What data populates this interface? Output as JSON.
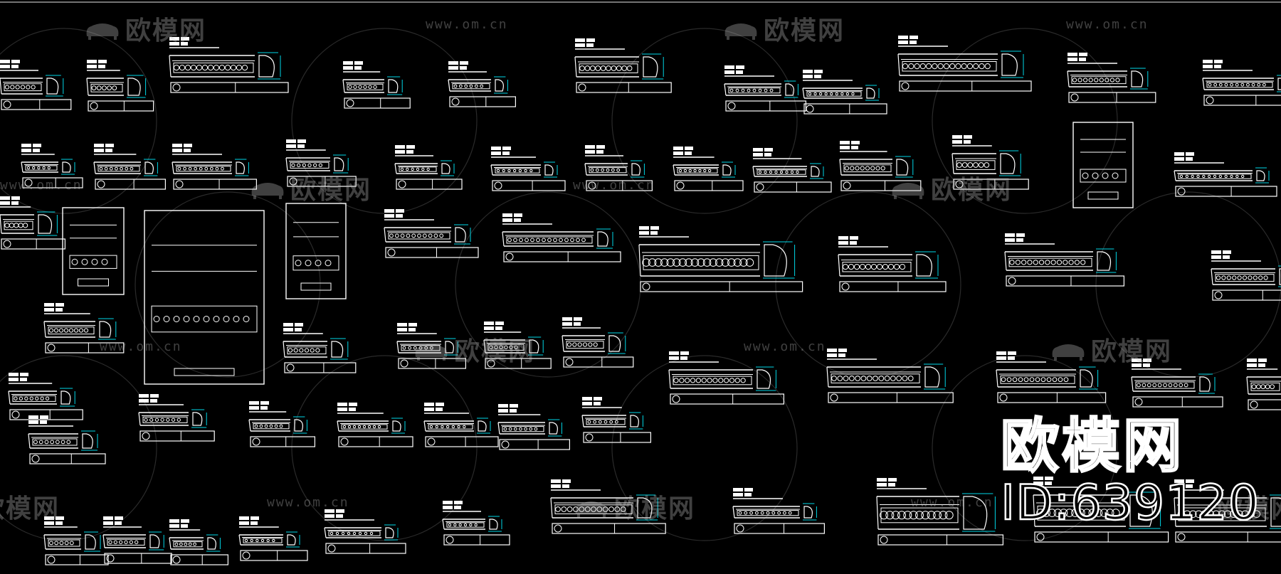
{
  "window": {
    "background": "#000000",
    "line_color": "#ffffff",
    "dim_color": "#00d8e8"
  },
  "watermark": {
    "logo_text": "欧模网",
    "url_text": "www.om.cn",
    "icon": "sofa-logo-icon"
  },
  "brand": {
    "logo_text": "欧模网",
    "id_text": "ID:639120"
  }
}
